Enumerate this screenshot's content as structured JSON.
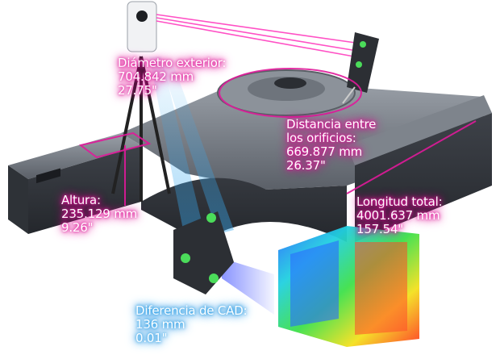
{
  "callouts": {
    "outer_diameter": {
      "label": "Diámetro exterior:",
      "metric": "704.842 mm",
      "imperial": "27.75\""
    },
    "hole_distance": {
      "label_line1": "Distancia entre",
      "label_line2": "los orificios:",
      "metric": "669.877 mm",
      "imperial": "26.37\""
    },
    "height": {
      "label": "Altura:",
      "metric": "235.129 mm",
      "imperial": "9.26\""
    },
    "total_length": {
      "label": "Longitud total:",
      "metric": "4001.637 mm",
      "imperial": "157.54\""
    },
    "cad_difference": {
      "label": "Diferencia de CAD:",
      "metric": "136 mm",
      "imperial": "0.01\""
    }
  },
  "colors": {
    "dimension_highlight": "#e0199a",
    "scan_beam": "#3aaaf0",
    "laser": "#ff3fbf",
    "frame_metal": "#4a4e55"
  },
  "icons": {
    "tracker": "laser-tracker-icon",
    "probe": "handheld-probe-icon",
    "scanner": "3d-scanner-icon"
  }
}
